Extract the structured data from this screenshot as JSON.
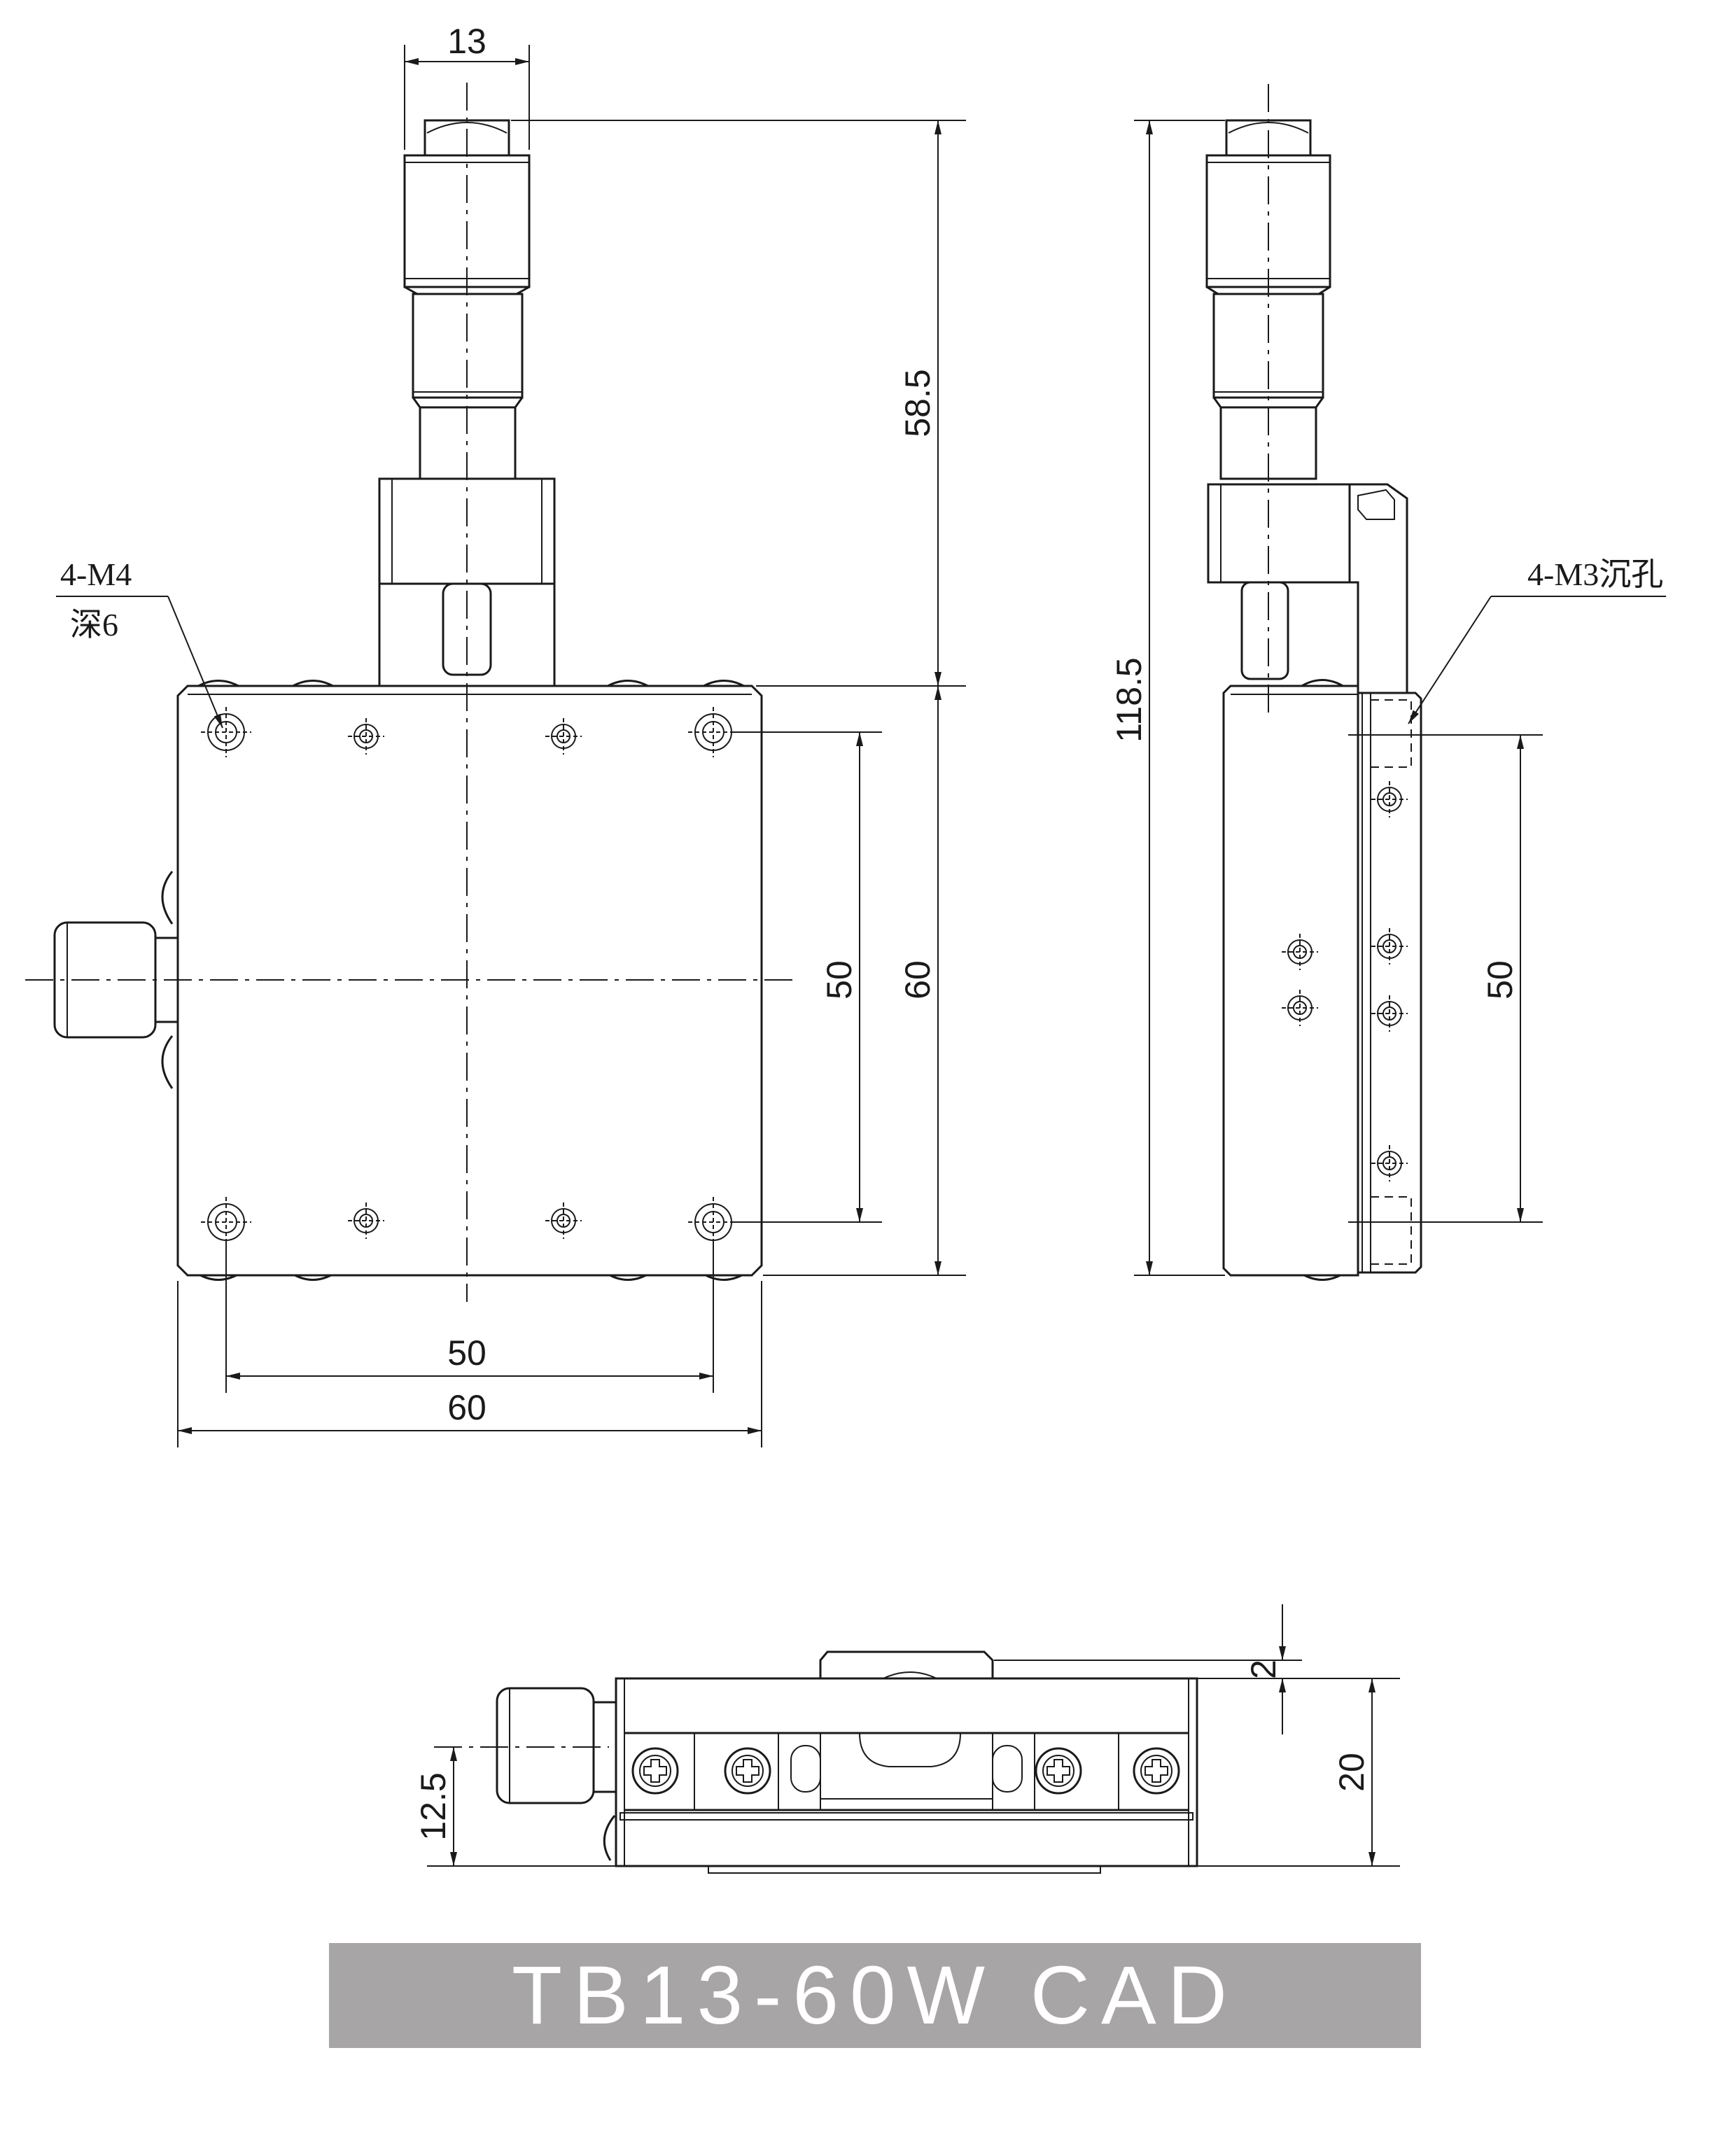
{
  "title": "TB13-60W CAD",
  "colors": {
    "line": "#1a1a1a",
    "banner": "#a8a5a6",
    "banner_text": "#ffffff",
    "background": "#ffffff"
  },
  "front_view": {
    "dims": {
      "micrometer_width": "13",
      "travel_height": "58.5",
      "hole_span_v": "50",
      "body_v": "60",
      "hole_span_h": "50",
      "body_h": "60"
    },
    "note_line1": "4-M4",
    "note_line2": "深6"
  },
  "side_view": {
    "dims": {
      "total_height": "118.5",
      "hole_span": "50"
    },
    "note": "4-M3沉孔"
  },
  "bottom_view": {
    "dims": {
      "top_offset": "2",
      "height": "20",
      "axis_height": "12.5"
    }
  }
}
